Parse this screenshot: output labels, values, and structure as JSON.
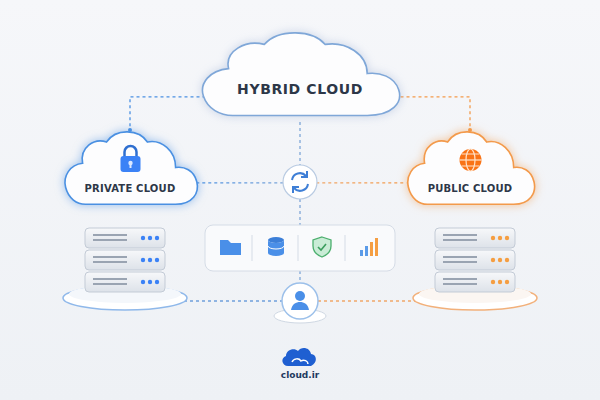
{
  "diagram": {
    "nodes": [
      {
        "text": [
          "HYBRID CLOUD"
        ]
      },
      {
        "text": [
          "PRIVATE CLOUD"
        ]
      },
      {
        "text": [
          "PUBLIC CLOUD"
        ]
      }
    ],
    "edges": [
      {
        "from": 0,
        "to": 1,
        "arrow": "none"
      },
      {
        "from": 0,
        "to": 2,
        "arrow": "none"
      },
      {
        "from": 1,
        "to": 2,
        "arrow": "none"
      }
    ],
    "labels": [
      "cloud.ir"
    ]
  }
}
